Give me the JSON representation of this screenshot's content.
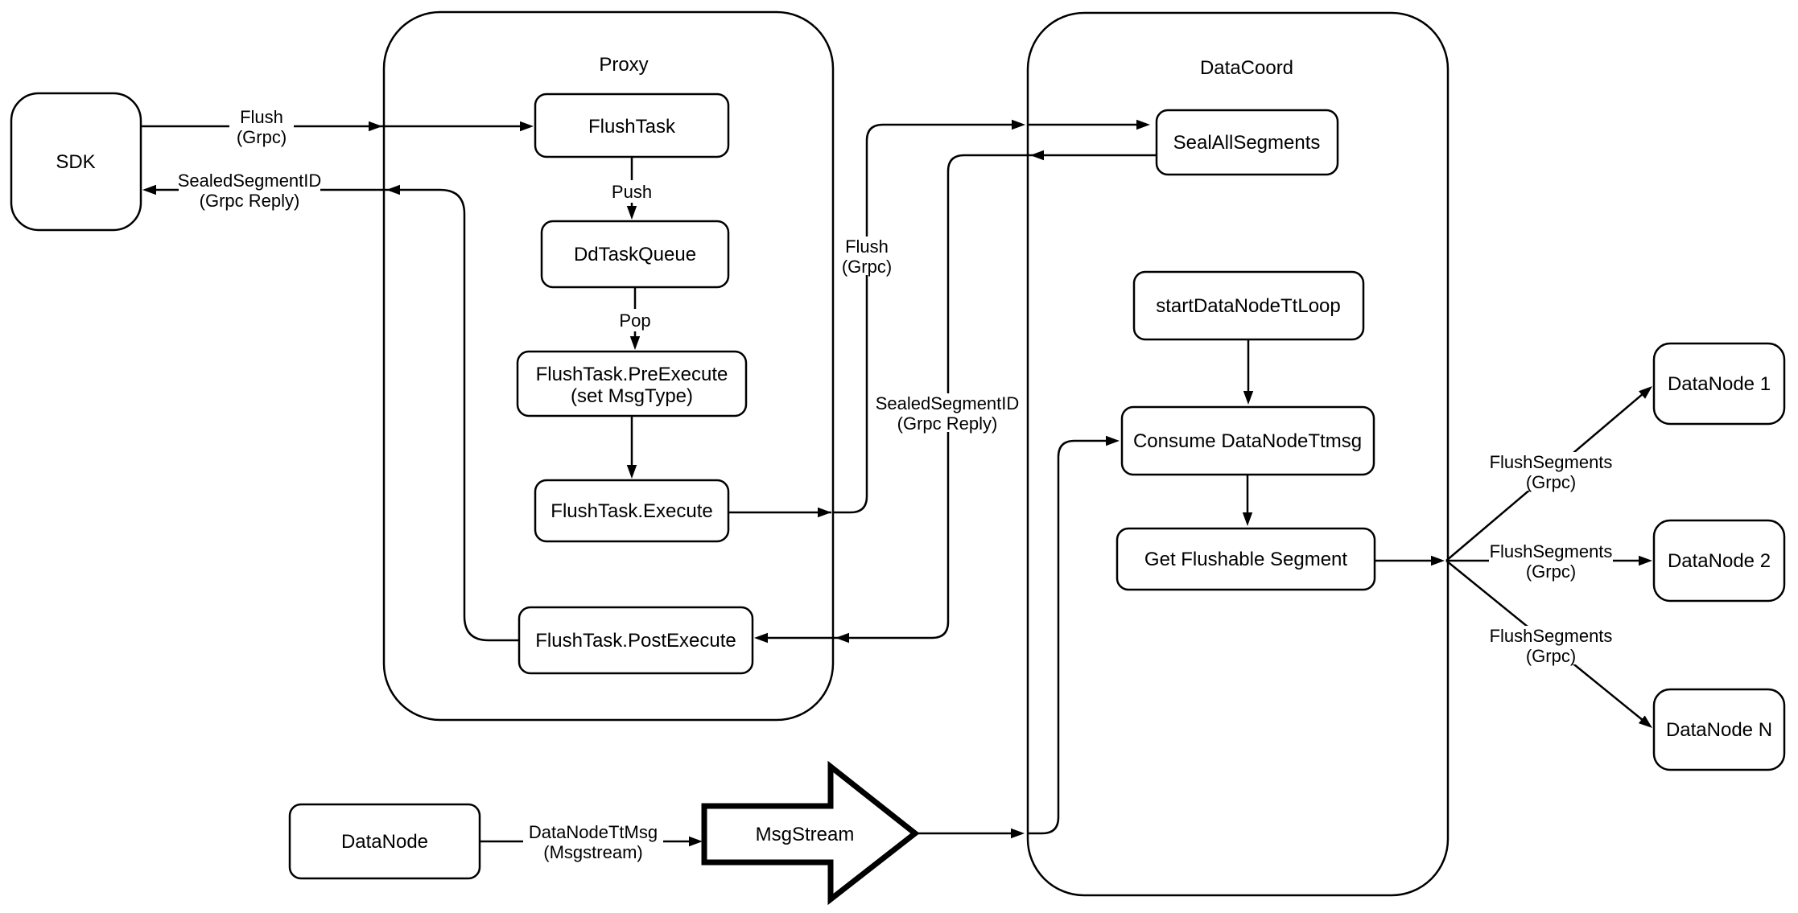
{
  "colors": {
    "line": "#000000",
    "background": "#ffffff",
    "node_fill": "#ffffff"
  },
  "containers": {
    "proxy": {
      "label": "Proxy"
    },
    "datacoord": {
      "label": "DataCoord"
    }
  },
  "nodes": {
    "sdk": {
      "label": "SDK"
    },
    "flush_task": {
      "label": "FlushTask"
    },
    "dd_task_queue": {
      "label": "DdTaskQueue"
    },
    "pre_execute": {
      "line1": "FlushTask.PreExecute",
      "line2": "(set MsgType)"
    },
    "execute": {
      "label": "FlushTask.Execute"
    },
    "post_execute": {
      "label": "FlushTask.PostExecute"
    },
    "seal_all_segments": {
      "label": "SealAllSegments"
    },
    "start_data_node_tt_loop": {
      "label": "startDataNodeTtLoop"
    },
    "consume_data_node_ttmsg": {
      "label": "Consume DataNodeTtmsg"
    },
    "get_flushable_segment": {
      "label": "Get Flushable Segment"
    },
    "data_node_1": {
      "label": "DataNode 1"
    },
    "data_node_2": {
      "label": "DataNode 2"
    },
    "data_node_n": {
      "label": "DataNode N"
    },
    "data_node": {
      "label": "DataNode"
    },
    "msg_stream": {
      "label": "MsgStream"
    }
  },
  "edge_labels": {
    "flush_grpc_sdk": {
      "line1": "Flush",
      "line2": "(Grpc)"
    },
    "sealed_segment_id_sdk": {
      "line1": "SealedSegmentID",
      "line2": "(Grpc Reply)"
    },
    "push": {
      "label": "Push"
    },
    "pop": {
      "label": "Pop"
    },
    "flush_grpc_mid": {
      "line1": "Flush",
      "line2": "(Grpc)"
    },
    "sealed_segment_id_mid": {
      "line1": "SealedSegmentID",
      "line2": "(Grpc Reply)"
    },
    "flush_segments_1": {
      "line1": "FlushSegments",
      "line2": "(Grpc)"
    },
    "flush_segments_2": {
      "line1": "FlushSegments",
      "line2": "(Grpc)"
    },
    "flush_segments_n": {
      "line1": "FlushSegments",
      "line2": "(Grpc)"
    },
    "data_node_tt_msg": {
      "line1": "DataNodeTtMsg",
      "line2": "(Msgstream)"
    }
  }
}
